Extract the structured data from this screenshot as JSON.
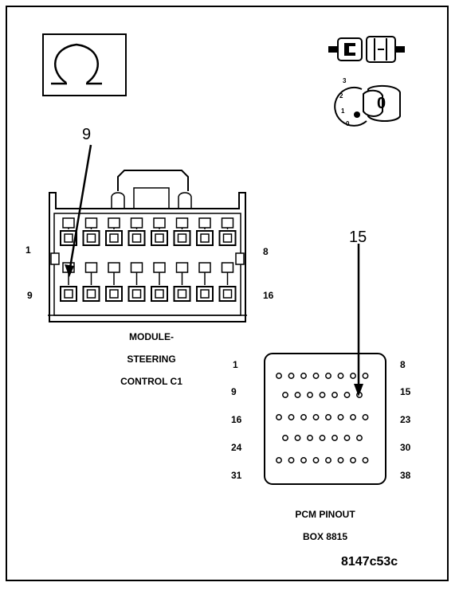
{
  "diagram": {
    "module_connector": {
      "title_lines": [
        "MODULE-",
        "STEERING",
        "CONTROL C1"
      ],
      "pin_labels": {
        "row1_start": "1",
        "row1_end": "8",
        "row2_start": "9",
        "row2_end": "16"
      },
      "callout": "9",
      "icon": "omega-ohmmeter-icon"
    },
    "pcm_pinout": {
      "title_lines": [
        "PCM PINOUT",
        "BOX 8815"
      ],
      "left_labels": [
        "1",
        "9",
        "16",
        "24",
        "31"
      ],
      "right_labels": [
        "8",
        "15",
        "23",
        "30",
        "38"
      ],
      "callout": "15"
    },
    "ignition_switch": {
      "positions": [
        "3",
        "2",
        "1",
        "0"
      ],
      "key_label": "0"
    },
    "reference_code": "8147c53c"
  }
}
